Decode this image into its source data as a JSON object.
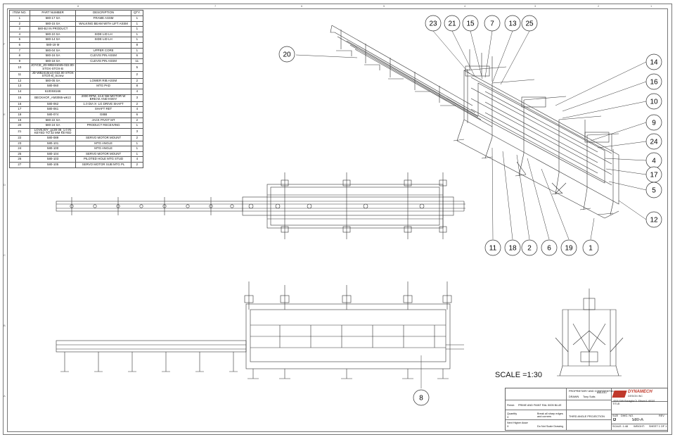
{
  "bom": {
    "headers": [
      "ITEM NO.",
      "PART NUMBER",
      "DESCRIPTION",
      "QTY."
    ],
    "rows": [
      [
        "1",
        "580-17 SA",
        "FRAME ASSM",
        "1"
      ],
      [
        "2",
        "580-15 SA",
        "WALKING BEAM WITH LIFT ASSM",
        "1"
      ],
      [
        "3",
        "580-B2 IN PRODUCT",
        "",
        "1"
      ],
      [
        "4",
        "580-10 SA",
        "SIDE LID LH",
        "1"
      ],
      [
        "5",
        "580-14 SA",
        "SIDE LID LH",
        "1"
      ],
      [
        "6",
        "580-19 M",
        "",
        "8"
      ],
      [
        "7",
        "580-04 SA",
        "UPPER CORE",
        "1"
      ],
      [
        "8",
        "580-16 SA",
        "CLEVIS PIN ASSM",
        "6"
      ],
      [
        "9",
        "580-18 SA",
        "CLEVIS PIN ASSM",
        "11"
      ],
      [
        "10",
        "JOYCE_JD-WB241045-022.00-STOX-STOX-B",
        "",
        "5"
      ],
      [
        "11",
        "JD-WB2415(x4)-022.00 STOX STOX-B_Screw",
        "",
        "2"
      ],
      [
        "12",
        "580-05 SA",
        "LOWER RIB ASSM",
        "2"
      ],
      [
        "13",
        "580-060",
        "MTG PAD",
        "8"
      ],
      [
        "14",
        "6100S8166",
        "",
        "4"
      ],
      [
        "15",
        "BECKHOF_AM3065-wKzz",
        "2000 RPM, 24.8 NM MOTOR W BREAK AND KWAY",
        "3"
      ],
      [
        "16",
        "580-062",
        "1.0 DIA X- LG DRIVE SHAFT",
        "2"
      ],
      [
        "17",
        "580-061",
        "SHAFT RET",
        "4"
      ],
      [
        "18",
        "580-074",
        "GIBB",
        "6"
      ],
      [
        "19",
        "580-22 SA",
        "JACK PIVOT MT",
        "2"
      ],
      [
        "20",
        "580-24 SA",
        "PRODUCT RECEIVING",
        "1"
      ],
      [
        "21",
        "LOVEJOY_gc28-38_1.0 IN KEYED TO 32 MM KEYED",
        "",
        "3"
      ],
      [
        "22",
        "580-089",
        "SERVO MOTOR MOUNT",
        "2"
      ],
      [
        "23",
        "580-101",
        "MTG ANGLE",
        "1"
      ],
      [
        "24",
        "580-100",
        "MTG ANGLE",
        "1"
      ],
      [
        "25",
        "580-104",
        "SERVO MOTOR MOUNT",
        "1"
      ],
      [
        "26",
        "580-103",
        "PILOTED HOLE MTG STUD",
        "4"
      ],
      [
        "27",
        "580-105",
        "SERVO MOTOR SUB MTG PL",
        "2"
      ]
    ]
  },
  "zones": {
    "columns": [
      "8",
      "7",
      "6",
      "5",
      "4",
      "3",
      "2",
      "1"
    ],
    "rows": [
      "F",
      "E",
      "D",
      "C",
      "B",
      "A"
    ]
  },
  "balloons": {
    "top": [
      "23",
      "21",
      "15",
      "7",
      "13",
      "25"
    ],
    "right": [
      "14",
      "16",
      "10",
      "9",
      "24",
      "4",
      "17",
      "5",
      "12"
    ],
    "bottom": [
      "11",
      "18",
      "2",
      "6",
      "19",
      "1"
    ],
    "left": "20",
    "section": "8"
  },
  "scale_note": "SCALE =1:30",
  "title_block": {
    "company": "DYNAMECH",
    "company_sub": "DESIGN INC",
    "address": "4018 SAN Bonaglia Ct. Elburn IL 60119",
    "drawn_label": "DRAWN",
    "drawn_by": "Tony Suits",
    "date": "8/8/2017",
    "title_label": "TITLE:",
    "title": "580-A",
    "size_label": "SIZE",
    "size": "D",
    "dwg_no_label": "DWG. NO.",
    "rev_label": "REV",
    "finish_label": "Finish:",
    "finish": "PRIME AND PAINT RAL 5005 BLUE",
    "quantity_label": "Quantity",
    "quantity": "X",
    "next_higher_label": "Next Higher Assm",
    "next_higher": "X",
    "note_edges": "Break all sharp edges and corners",
    "note_scale": "Do Not Scale Drawing",
    "scale": "SCALE: 1:48",
    "weight": "WEIGHT:",
    "sheet": "SHEET 1 OF 1",
    "proprietary": "PROPRIETARY AND CONFIDENTIAL",
    "third_angle": "THIRD ANGLE PROJECTION"
  }
}
